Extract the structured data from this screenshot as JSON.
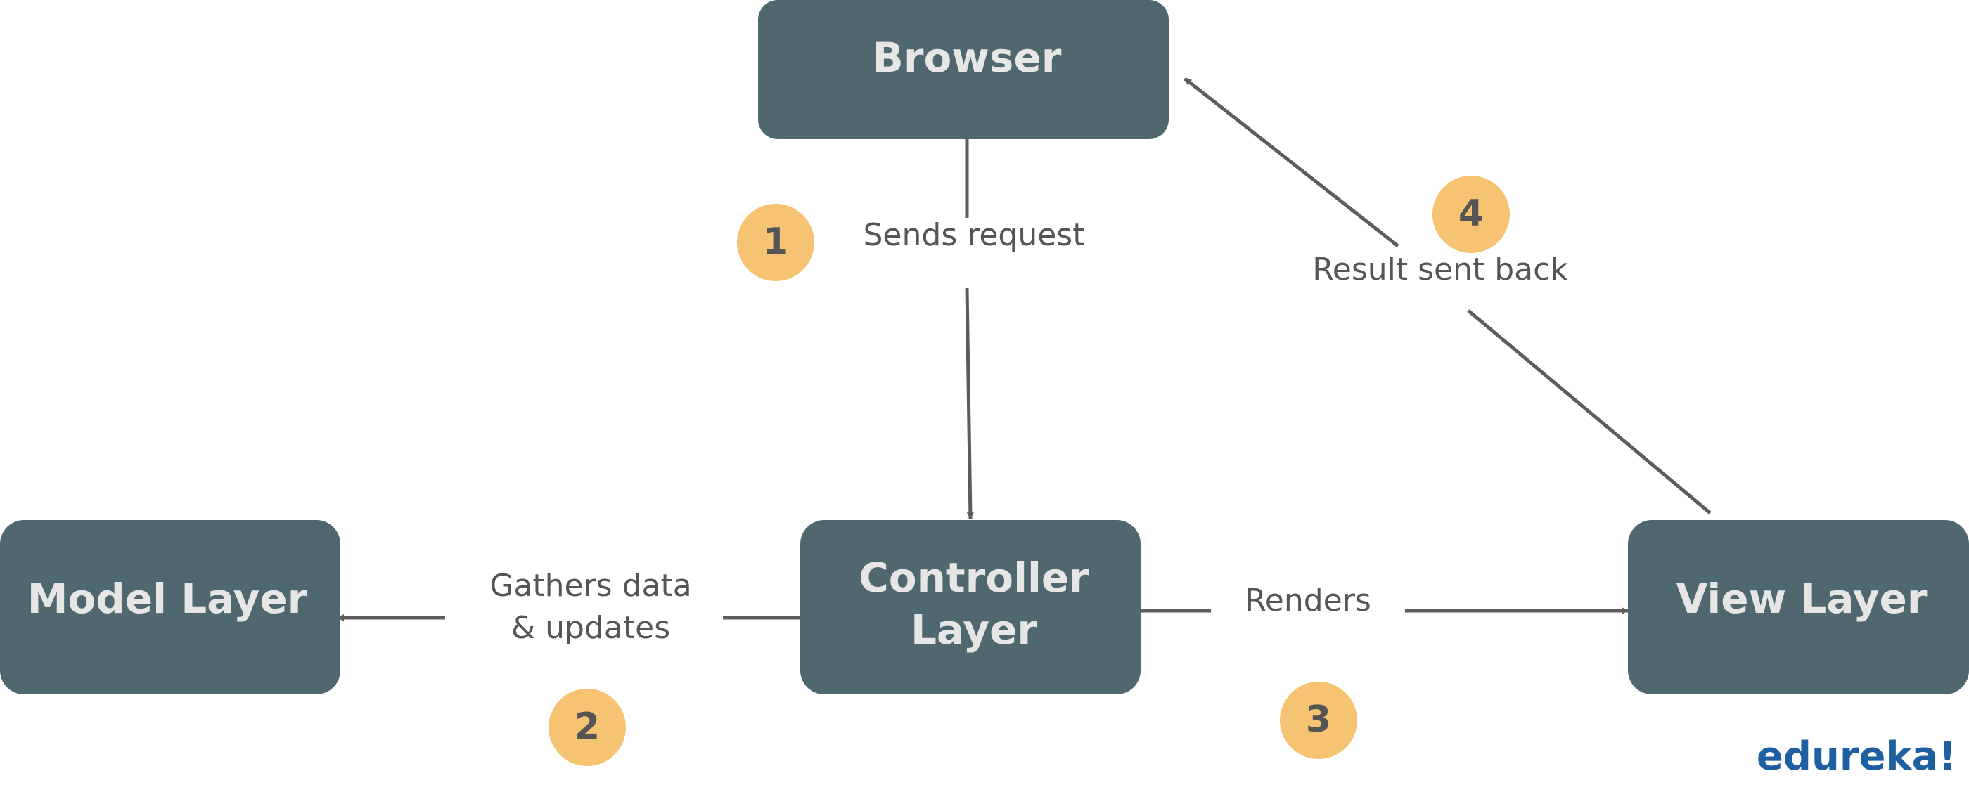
{
  "nodes": {
    "browser": {
      "label": "Browser"
    },
    "model": {
      "label": "Model Layer"
    },
    "controller": {
      "label_line1": "Controller",
      "label_line2": "Layer"
    },
    "view": {
      "label": "View Layer"
    }
  },
  "edges": {
    "sends_request": {
      "label": "Sends request",
      "step": "1"
    },
    "gathers": {
      "label_line1": "Gathers data",
      "label_line2": "& updates",
      "step": "2"
    },
    "renders": {
      "label": "Renders",
      "step": "3"
    },
    "result": {
      "label": "Result sent back",
      "step": "4"
    }
  },
  "colors": {
    "node_fill": "#4f6870",
    "node_text": "#e6e6e6",
    "edge": "#5c5c5c",
    "step_badge": "#f5c371",
    "logo": "#1d5fa0"
  },
  "logo": {
    "text": "edureka!"
  }
}
